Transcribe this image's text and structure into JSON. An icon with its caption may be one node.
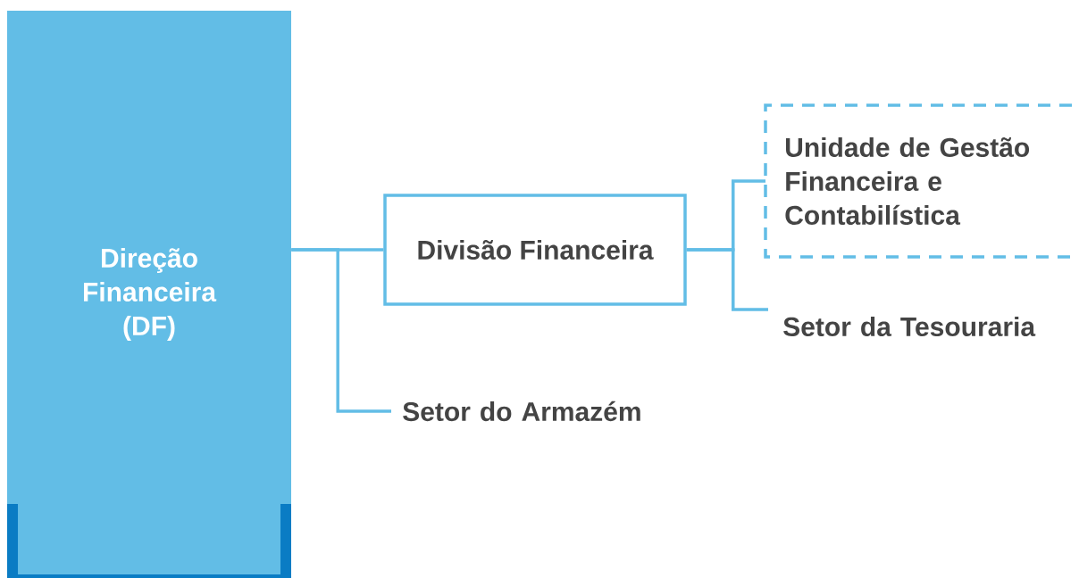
{
  "diagram": {
    "nodes": [
      {
        "text": [
          "Direção Financeira (DF)"
        ]
      },
      {
        "text": [
          "Divisão Financeira"
        ]
      },
      {
        "text": [
          "Setor do Armazém"
        ]
      },
      {
        "text": [
          "Unidade de Gestão Financeira e Contabilística"
        ]
      },
      {
        "text": [
          "Setor da Tesouraria"
        ]
      }
    ],
    "edges": [
      {
        "from": 0,
        "to": 1,
        "arrow": "none"
      },
      {
        "from": 0,
        "to": 2,
        "arrow": "none"
      },
      {
        "from": 1,
        "to": 3,
        "arrow": "none"
      },
      {
        "from": 1,
        "to": 4,
        "arrow": "none"
      }
    ]
  }
}
